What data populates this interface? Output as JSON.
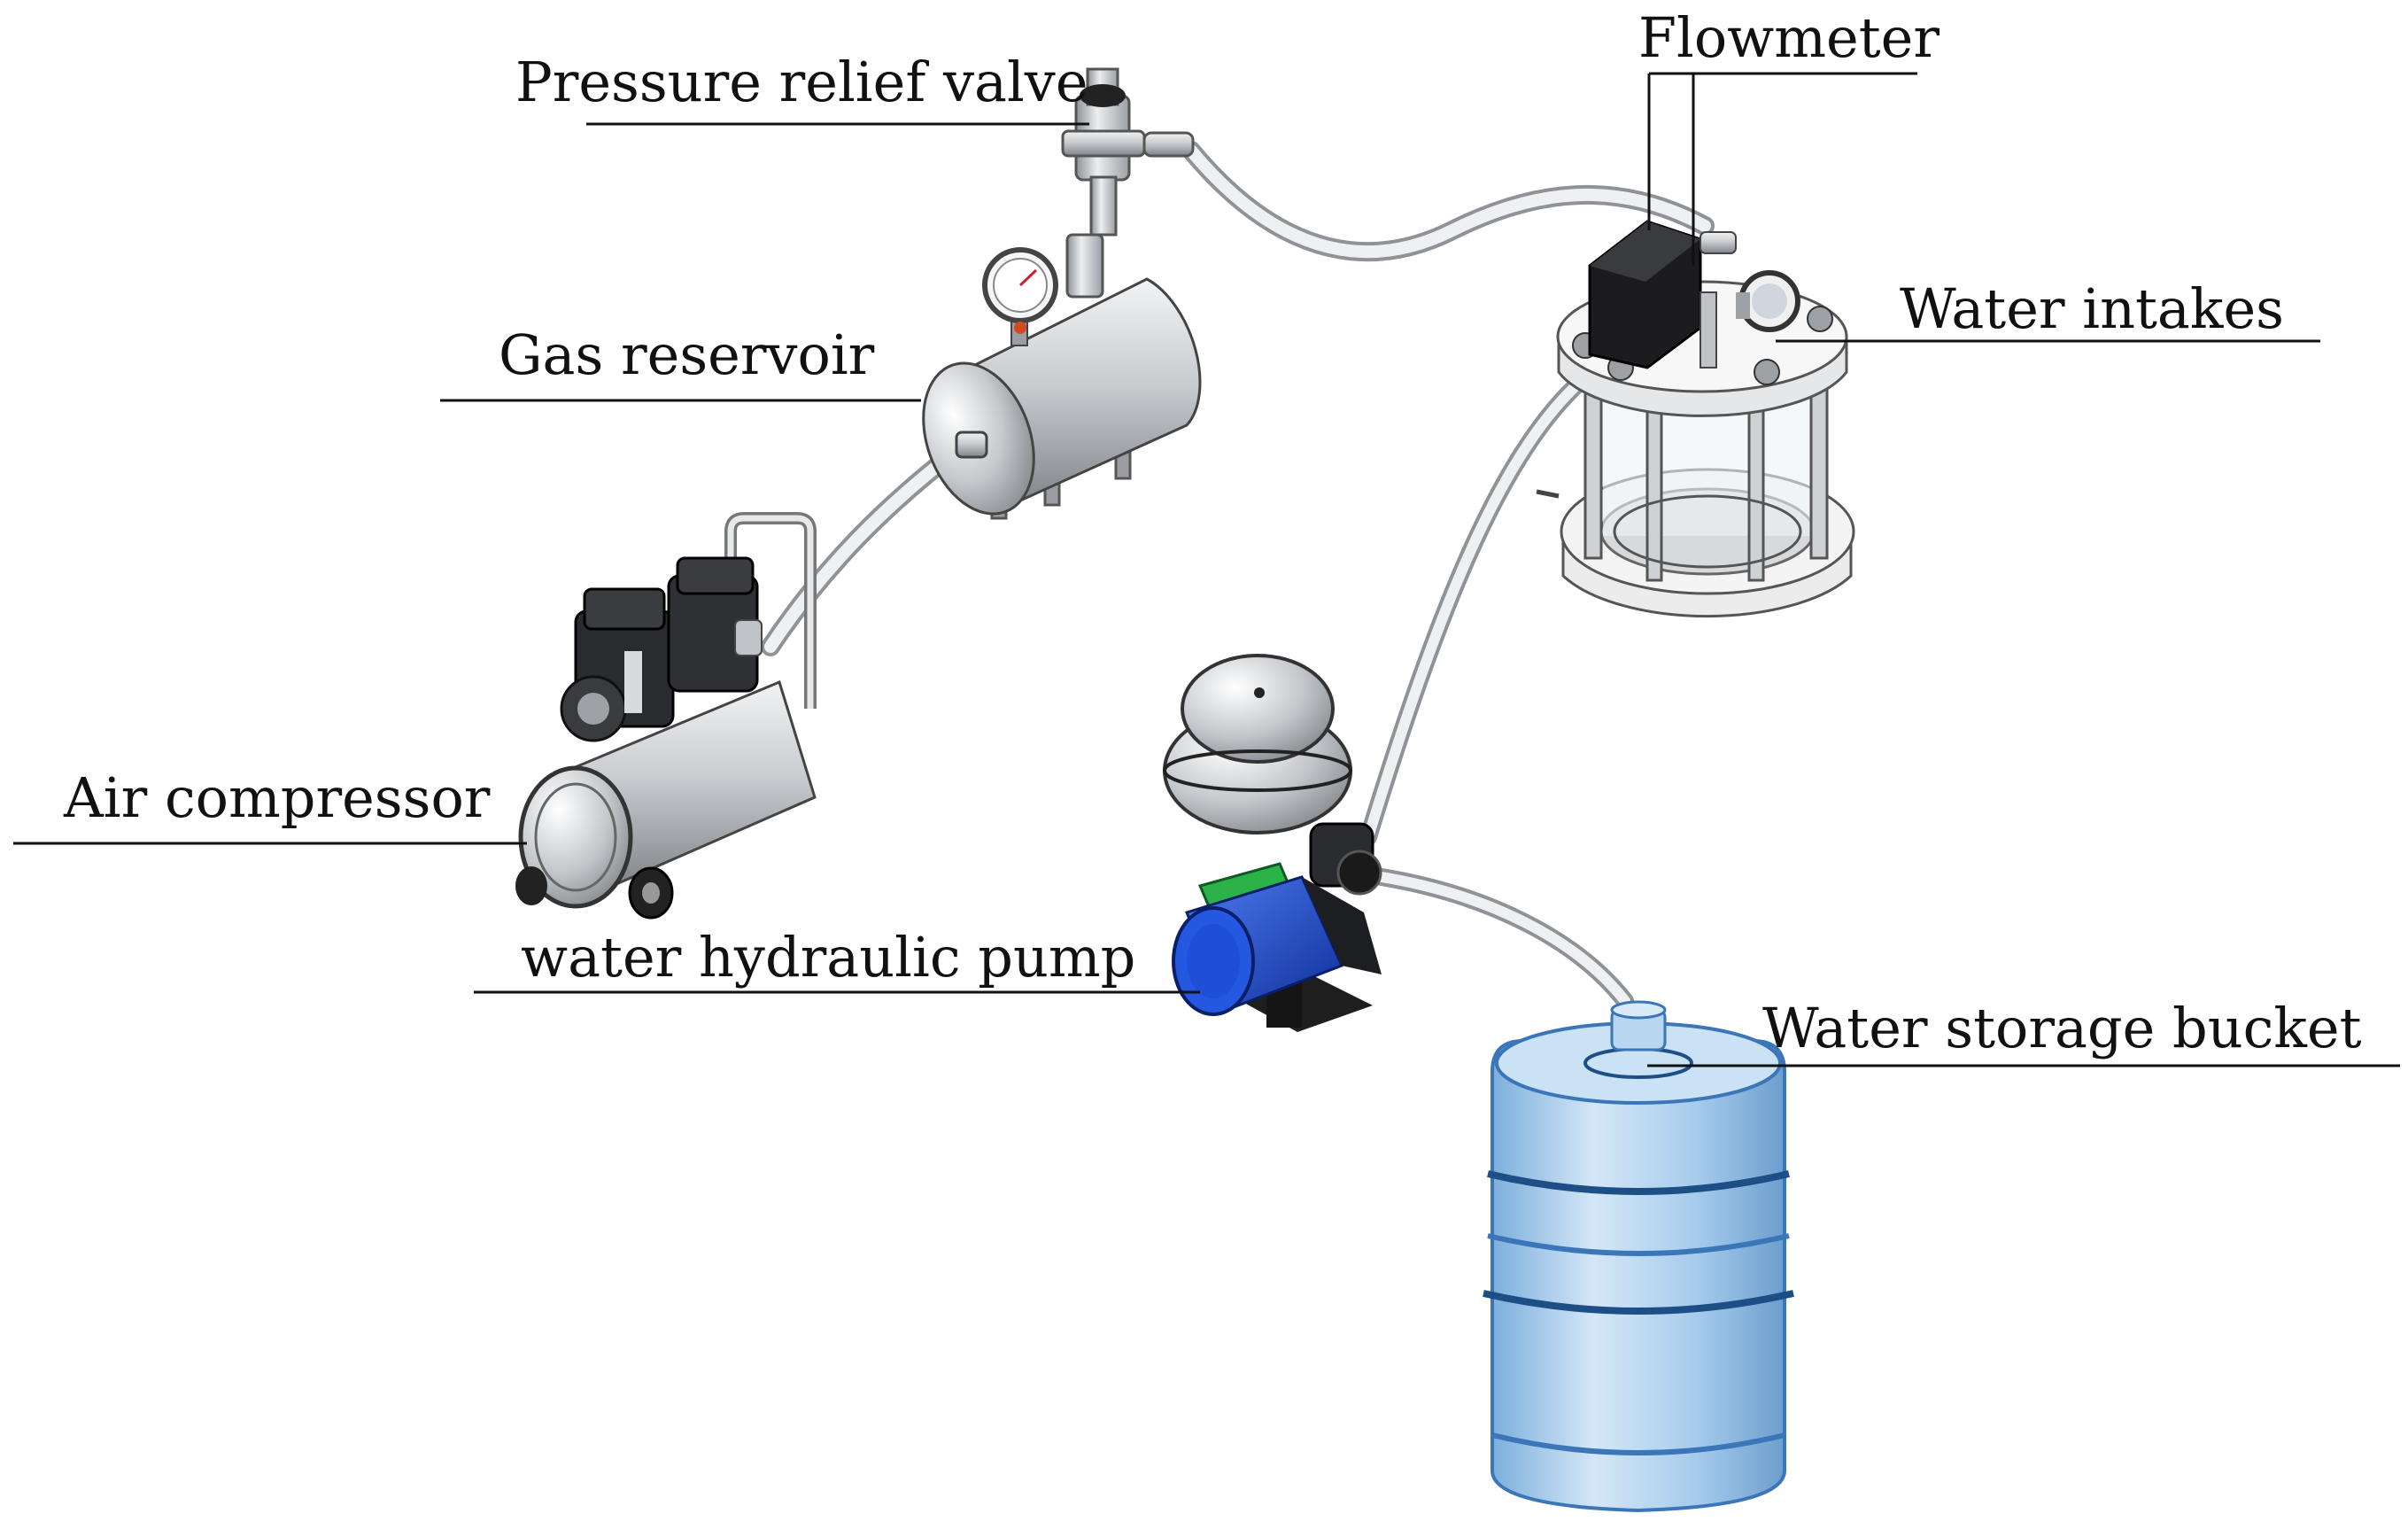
{
  "labels": {
    "pressure_relief_valve": "Pressure relief valve",
    "flowmeter": "Flowmeter",
    "gas_reservoir": "Gas reservoir",
    "water_intakes": "Water intakes",
    "air_compressor": "Air compressor",
    "water_hydraulic_pump": "water hydraulic pump",
    "water_storage_bucket": "Water storage bucket"
  },
  "colors": {
    "metal": "#c9ccd0",
    "metal_dark": "#8d9196",
    "hose": "#d9dcdf",
    "dark_part": "#1c1c1e",
    "pump_motor": "#1f4fd6",
    "pump_green": "#2bb34a",
    "bucket": "#9cc6ea",
    "bucket_ring": "#3a76b8",
    "leader_line": "#111111"
  }
}
